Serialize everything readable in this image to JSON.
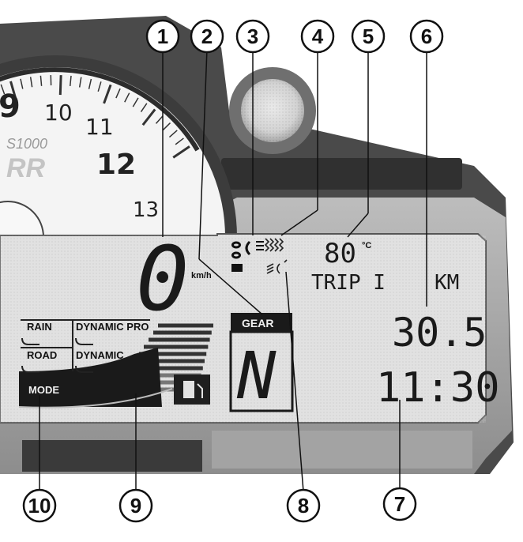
{
  "callouts": [
    "1",
    "2",
    "3",
    "4",
    "5",
    "6",
    "7",
    "8",
    "9",
    "10"
  ],
  "tachometer": {
    "numbers": [
      "9",
      "10",
      "11",
      "12",
      "13"
    ],
    "logo": "S1000",
    "logo_sub": "RR"
  },
  "speed": {
    "value": "0",
    "unit": "km/h"
  },
  "gear": {
    "label": "GEAR",
    "value": "N"
  },
  "temperature": {
    "value": "80",
    "unit": "°C"
  },
  "trip": {
    "label": "TRIP I",
    "unit": "KM",
    "value": "30.5"
  },
  "clock": {
    "value": "11:30"
  },
  "modes": {
    "title": "MODE",
    "items": [
      "RAIN",
      "DYNAMIC PRO",
      "ROAD",
      "DYNAMIC"
    ]
  },
  "colors": {
    "lcd": "#e3e3e3",
    "bezel": "#9a9a9a",
    "frame": "#6a6a6a",
    "ink": "#111111"
  }
}
